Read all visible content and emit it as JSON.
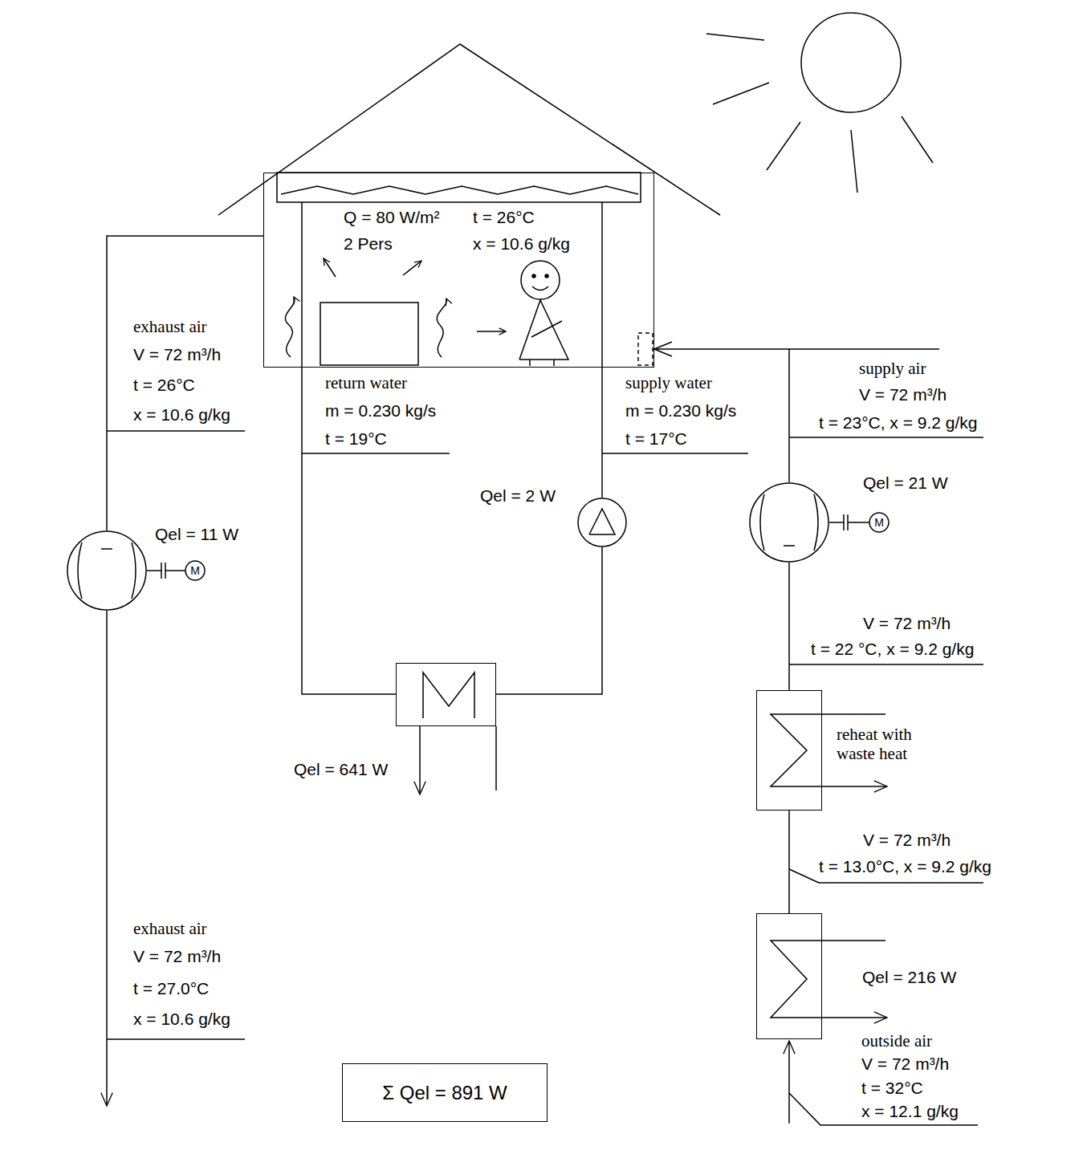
{
  "diagram": {
    "nodes": [
      {
        "text": [
          "Q = 80 W/m²",
          "t = 26°C",
          "2 Pers",
          "x = 10.6 g/kg"
        ]
      },
      {
        "text": [
          "Qel = 11 W"
        ]
      },
      {
        "text": [
          "Qel = 2 W"
        ]
      },
      {
        "text": [
          "Qel = 21 W"
        ]
      },
      {
        "text": [
          "Qel = 641 W"
        ]
      },
      {
        "text": [
          "reheat with waste heat"
        ]
      },
      {
        "text": [
          "Qel = 216 W"
        ]
      },
      {
        "text": [
          "Σ Qel = 891 W"
        ]
      }
    ],
    "edges": [
      {
        "from": 0,
        "to": 1,
        "arrow": "none"
      },
      {
        "from": 0,
        "to": 4,
        "arrow": "none"
      },
      {
        "from": 4,
        "to": 2,
        "arrow": "none"
      },
      {
        "from": 2,
        "to": 0,
        "arrow": "none"
      },
      {
        "from": 6,
        "to": 5,
        "arrow": "none"
      },
      {
        "from": 5,
        "to": 3,
        "arrow": "none"
      },
      {
        "from": 3,
        "to": 0,
        "arrow": "to"
      }
    ],
    "labels": [
      "exhaust air",
      "V = 72 m³/h",
      "t = 26°C",
      "x = 10.6 g/kg",
      "return water",
      "m = 0.230 kg/s",
      "t = 19°C",
      "supply water",
      "m = 0.230 kg/s",
      "t = 17°C",
      "supply air",
      "V = 72 m³/h",
      "t = 23°C, x = 9.2 g/kg",
      "V = 72 m³/h",
      "t = 22 °C, x = 9.2 g/kg",
      "V = 72 m³/h",
      "t = 13.0°C, x = 9.2 g/kg",
      "outside air",
      "V = 72 m³/h",
      "t = 32°C",
      "x = 12.1 g/kg",
      "exhaust air",
      "V = 72 m³/h",
      "t = 27.0°C",
      "x = 10.6 g/kg",
      "M",
      "M"
    ]
  }
}
